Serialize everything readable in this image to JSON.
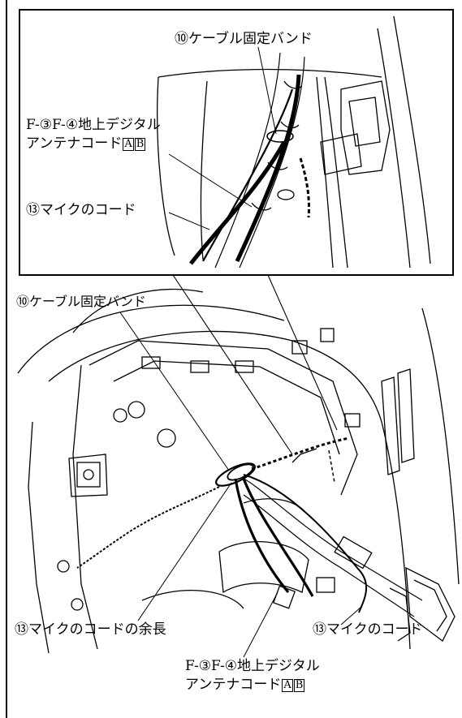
{
  "inset": {
    "band_label": "⑩ケーブル固定バンド",
    "antenna_label_line1": "F-③F-④地上デジタル",
    "antenna_label_line2": "アンテナコード",
    "antenna_tag_a": "A",
    "antenna_tag_b": "B",
    "mic_label": "⑬マイクのコード"
  },
  "main": {
    "band_label": "⑩ケーブル固定バンド",
    "mic_slack_label": "⑬マイクのコードの余長",
    "mic_label": "⑬マイクのコード",
    "antenna_label_line1": "F-③F-④地上デジタル",
    "antenna_label_line2": "アンテナコード",
    "antenna_tag_a": "A",
    "antenna_tag_b": "B"
  },
  "colors": {
    "ink": "#000000",
    "paper": "#ffffff"
  }
}
